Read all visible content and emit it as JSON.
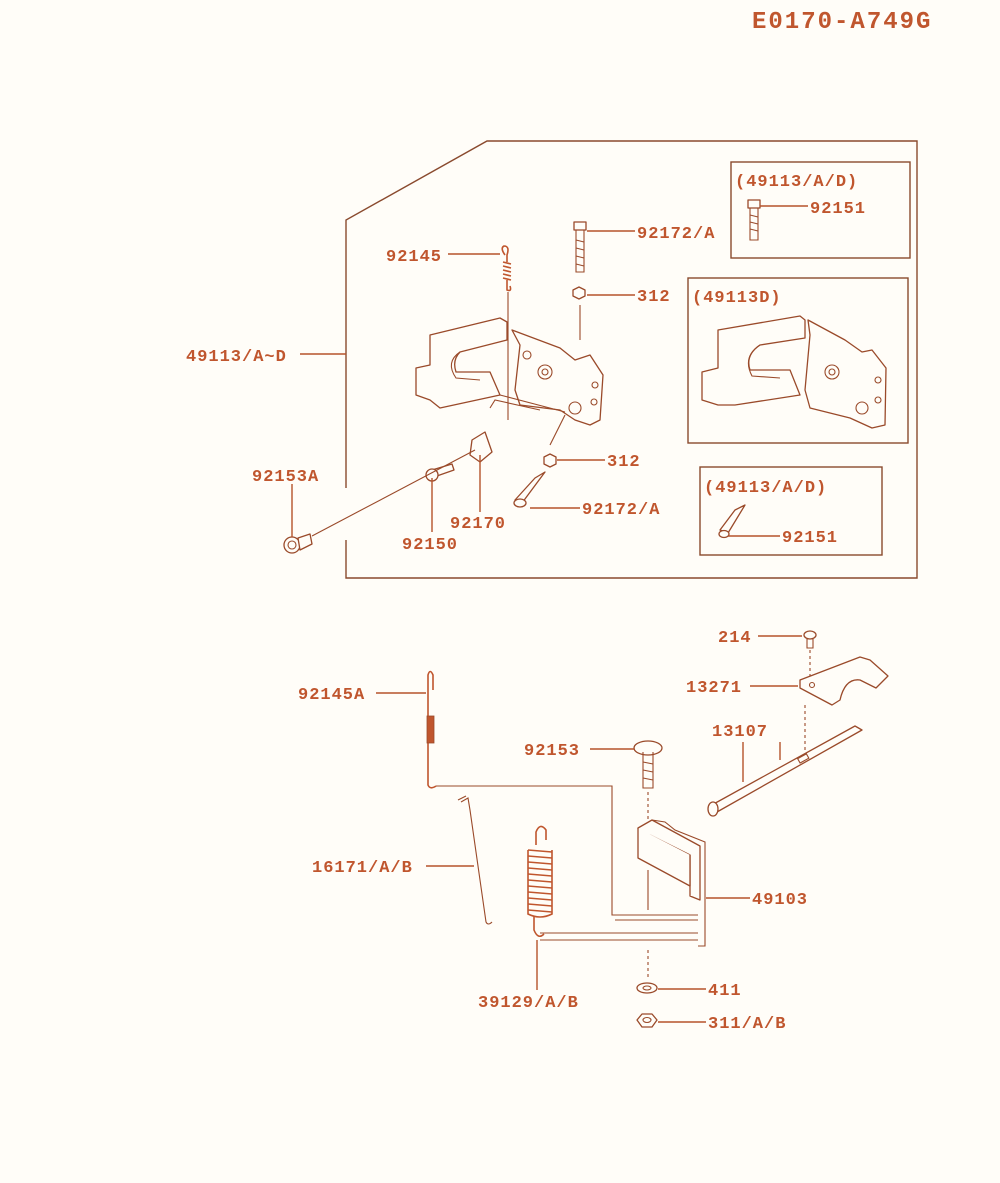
{
  "diagram_code": "E0170-A749G",
  "upper_group": {
    "main_callout": "49113/A~D",
    "callouts": {
      "spring": "92145",
      "bolt_top": "92172/A",
      "nut_top": "312",
      "nut_mid": "312",
      "bolt_bottom": "92172/A",
      "clip": "92170",
      "bolt_small": "92150",
      "bolt_left": "92153A"
    },
    "inset_top": {
      "title": "(49113/A/D)",
      "callout": "92151"
    },
    "inset_mid": {
      "title": "(49113D)"
    },
    "inset_bottom": {
      "title": "(49113/A/D)",
      "callout": "92151"
    }
  },
  "lower_group": {
    "callouts": {
      "screw": "214",
      "plate": "13271",
      "shaft": "13107",
      "bolt": "92153",
      "long_spring": "92145A",
      "rod": "16171/A/B",
      "coil_spring": "39129/A/B",
      "lever": "49103",
      "washer": "411",
      "nut": "311/A/B"
    }
  },
  "colors": {
    "label": "#c0562e",
    "line": "#b5532a",
    "part": "#9a4a2a"
  }
}
